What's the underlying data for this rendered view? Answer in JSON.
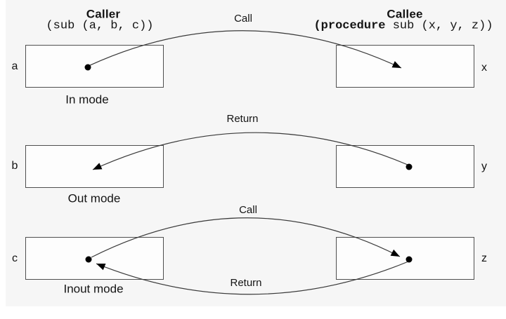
{
  "colors": {
    "panel_bg": "#f6f6f6",
    "line": "#3a3a3a",
    "dot": "#000000",
    "box_border": "#4f4f4f"
  },
  "caller": {
    "title": "Caller",
    "signature": "(sub (a, b, c))"
  },
  "callee": {
    "title": "Callee",
    "sig_keyword": "(procedure",
    "sig_suffix": " sub (x, y, z))"
  },
  "rows": [
    {
      "caller_var": "a",
      "callee_var": "x",
      "mode_label": "In mode",
      "call_label": "Call"
    },
    {
      "caller_var": "b",
      "callee_var": "y",
      "mode_label": "Out mode",
      "return_label": "Return"
    },
    {
      "caller_var": "c",
      "callee_var": "z",
      "mode_label": "Inout mode",
      "call_label": "Call",
      "return_label": "Return"
    }
  ]
}
